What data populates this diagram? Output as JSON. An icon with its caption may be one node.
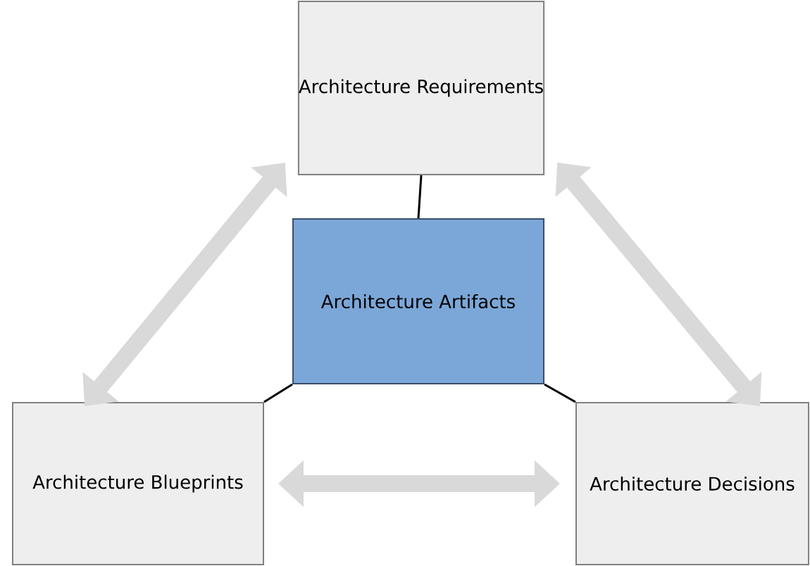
{
  "diagram": {
    "nodes": [
      {
        "text": [
          "Architecture Requirements"
        ]
      },
      {
        "text": [
          "Architecture Artifacts"
        ]
      },
      {
        "text": [
          "Architecture Blueprints"
        ]
      },
      {
        "text": [
          "Architecture Decisions"
        ]
      }
    ],
    "edges": [
      {
        "from": 0,
        "to": 1,
        "arrow": "none"
      },
      {
        "from": 1,
        "to": 2,
        "arrow": "none"
      },
      {
        "from": 1,
        "to": 3,
        "arrow": "none"
      },
      {
        "from": 2,
        "to": 0,
        "arrow": "both",
        "style": "thick",
        "color": "#d9d9d9"
      },
      {
        "from": 0,
        "to": 3,
        "arrow": "both",
        "style": "thick",
        "color": "#d9d9d9"
      },
      {
        "from": 2,
        "to": 3,
        "arrow": "both",
        "style": "thick",
        "color": "#d9d9d9"
      }
    ]
  }
}
